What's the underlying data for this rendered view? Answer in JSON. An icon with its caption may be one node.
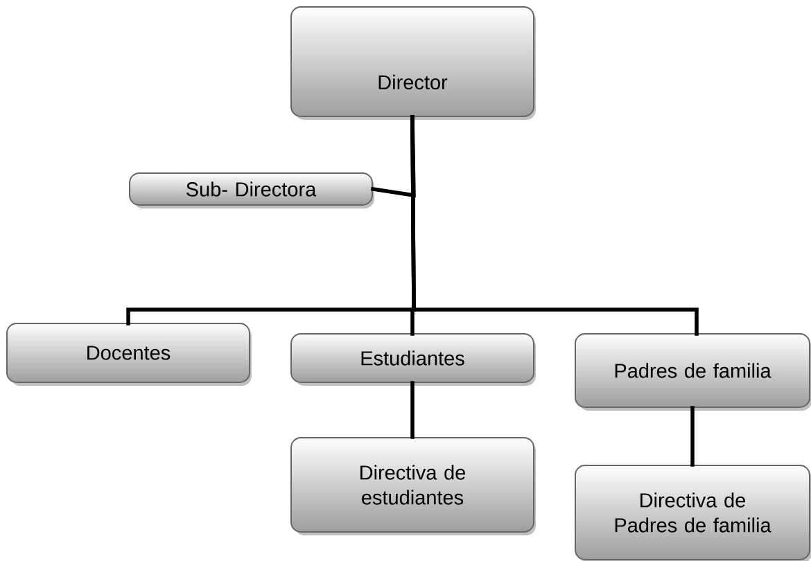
{
  "diagram": {
    "nodes": [
      {
        "text": [
          "Director"
        ]
      },
      {
        "text": [
          "Sub- Directora"
        ]
      },
      {
        "text": [
          "Docentes"
        ]
      },
      {
        "text": [
          "Estudiantes"
        ]
      },
      {
        "text": [
          "Padres de familia"
        ]
      },
      {
        "text": [
          "Directiva de estudiantes"
        ]
      },
      {
        "text": [
          "Directiva de Padres de familia"
        ]
      }
    ],
    "edges": [
      {
        "from": 0,
        "to": 1,
        "arrow": "none"
      },
      {
        "from": 0,
        "to": 2,
        "arrow": "none"
      },
      {
        "from": 0,
        "to": 3,
        "arrow": "none"
      },
      {
        "from": 0,
        "to": 4,
        "arrow": "none"
      },
      {
        "from": 3,
        "to": 5,
        "arrow": "none"
      },
      {
        "from": 4,
        "to": 6,
        "arrow": "none"
      }
    ]
  }
}
